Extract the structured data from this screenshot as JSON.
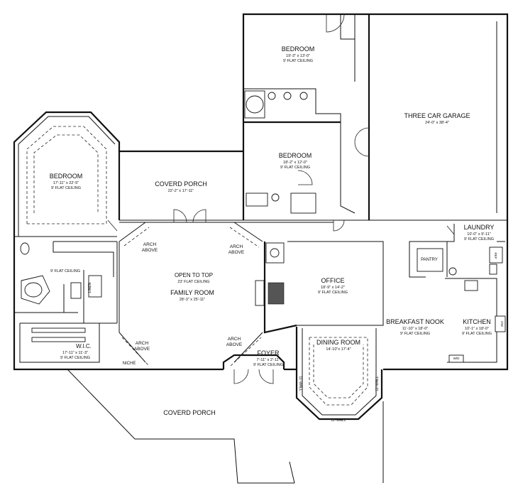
{
  "rooms": [
    {
      "key": "bedroom_top",
      "name": "BEDROOM",
      "dims": "19'-3\" x 13'-0\"",
      "ceiling": "9' FLAT CEILING"
    },
    {
      "key": "bedroom_mid",
      "name": "BEDROOM",
      "dims": "18'-2\" x 12'-0\"",
      "ceiling": "9' FLAT CEILING"
    },
    {
      "key": "bedroom_left",
      "name": "BEDROOM",
      "dims": "17'-11\" x 22'-5\"",
      "ceiling": "9' FLAT CEILING"
    },
    {
      "key": "garage",
      "name": "THREE CAR GARAGE",
      "dims": "24'-0\" x 38'-4\"",
      "ceiling": ""
    },
    {
      "key": "porch_back",
      "name": "COVERD PORCH",
      "dims": "22'-2\" x 17'-11\"",
      "ceiling": ""
    },
    {
      "key": "laundry",
      "name": "LAUNDRY",
      "dims": "10'-0\" x 9'-11\"",
      "ceiling": "9' FLAT CEILING"
    },
    {
      "key": "family",
      "name": "FAMILY ROOM",
      "dims": "28'-3\" x 25'-11\"",
      "ceiling": ""
    },
    {
      "key": "office",
      "name": "OFFICE",
      "dims": "18'-9\" x 14'-2\"",
      "ceiling": "9' FLAT CEILING"
    },
    {
      "key": "nook",
      "name": "BREAKFAST NOOK",
      "dims": "11'-10\" x 18'-0\"",
      "ceiling": "9' FLAT CEILING"
    },
    {
      "key": "kitchen",
      "name": "KITCHEN",
      "dims": "10'-1\" x 18'-0\"",
      "ceiling": "9' FLAT CEILING"
    },
    {
      "key": "dining",
      "name": "DINING ROOM",
      "dims": "14'-10\"x 17'-4\"",
      "ceiling": ""
    },
    {
      "key": "foyer",
      "name": "FOYER",
      "dims": "7'-11\" x 2'-11\"",
      "ceiling": "9' FLAT CEILING"
    },
    {
      "key": "wic",
      "name": "W.I.C.",
      "dims": "17'-11\" x 11'-3\"",
      "ceiling": "9' FLAT CEILING"
    },
    {
      "key": "porch_front",
      "name": "COVERD PORCH",
      "dims": "",
      "ceiling": ""
    }
  ],
  "notes": {
    "open_to_top": "OPEN TO TOP",
    "flat_23": "23' FLAT CEILING",
    "bath_ceiling": "9' FLAT CEILING",
    "arch": "ARCH",
    "above": "ABOVE",
    "niche": "NICHE",
    "wall_11": "11'-WALL",
    "pantry": "PANTRY",
    "linen": "LINEN",
    "ref": "REF",
    "dw": "DW",
    "wd": "W/D"
  },
  "colors": {
    "line": "#111111",
    "background": "#ffffff"
  }
}
